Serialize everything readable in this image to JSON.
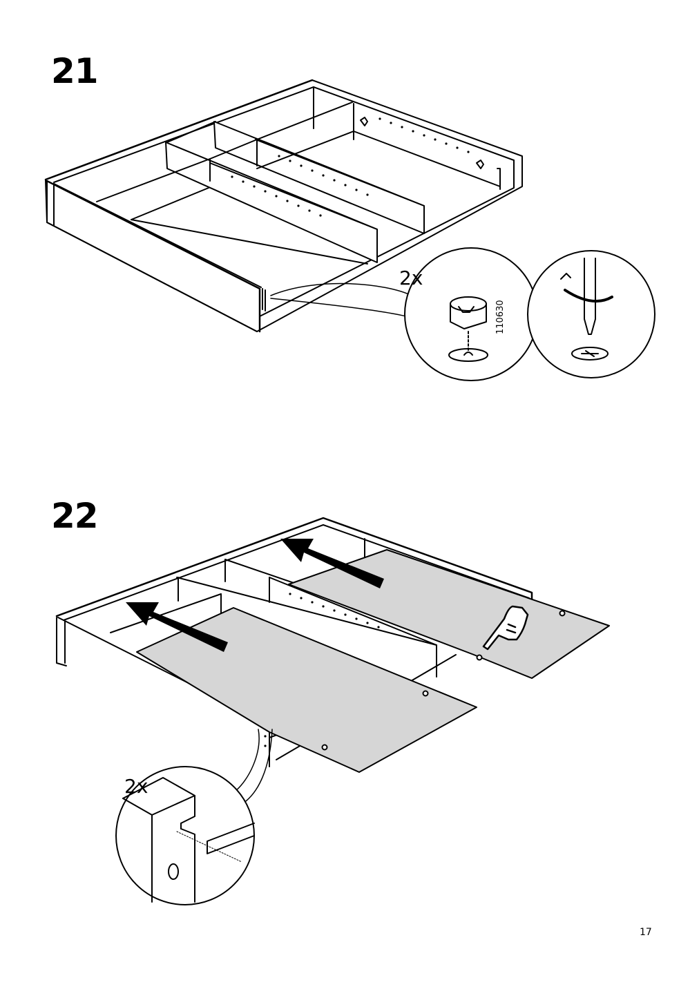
{
  "steps": [
    {
      "number": "21",
      "quantity": "2x",
      "part_number": "110630",
      "illustration": "frame-with-cam-lock-fitting-detail"
    },
    {
      "number": "22",
      "quantity": "2x",
      "illustration": "frame-with-slide-in-panels-detail"
    }
  ],
  "page_number": "17",
  "colors": {
    "line": "#000000",
    "panel_fill": "#d6d6d6",
    "background": "#ffffff"
  }
}
